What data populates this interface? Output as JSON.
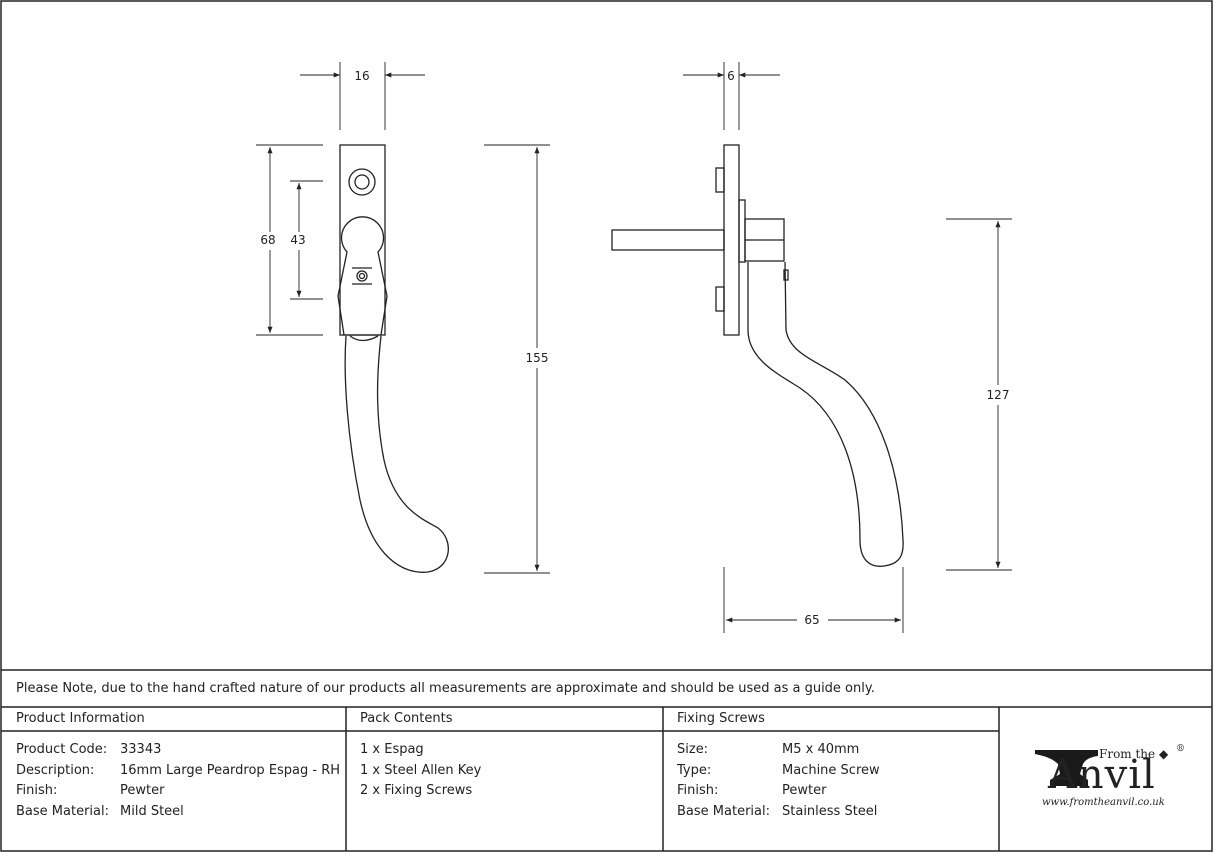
{
  "dimensions": {
    "front_width": "16",
    "front_height_outer": "68",
    "front_height_inner": "43",
    "total_height": "155",
    "side_depth": "6",
    "side_height": "127",
    "side_projection": "65"
  },
  "note": "Please Note, due to the hand crafted nature of our products all measurements are approximate and should be used as a guide only.",
  "product_info": {
    "header": "Product Information",
    "rows": [
      {
        "label": "Product Code:",
        "value": "33343"
      },
      {
        "label": "Description:",
        "value": "16mm Large Peardrop Espag - RH"
      },
      {
        "label": "Finish:",
        "value": "Pewter"
      },
      {
        "label": "Base Material:",
        "value": "Mild Steel"
      }
    ]
  },
  "pack_contents": {
    "header": "Pack Contents",
    "items": [
      "1 x Espag",
      "1 x Steel Allen Key",
      "2 x Fixing Screws"
    ]
  },
  "fixing_screws": {
    "header": "Fixing Screws",
    "rows": [
      {
        "label": "Size:",
        "value": "M5 x 40mm"
      },
      {
        "label": "Type:",
        "value": "Machine Screw"
      },
      {
        "label": "Finish:",
        "value": "Pewter"
      },
      {
        "label": "Base Material:",
        "value": "Stainless Steel"
      }
    ]
  },
  "logo": {
    "from_the": "From the",
    "brand": "Anvil",
    "registered": "®",
    "url": "www.fromtheanvil.co.uk"
  }
}
